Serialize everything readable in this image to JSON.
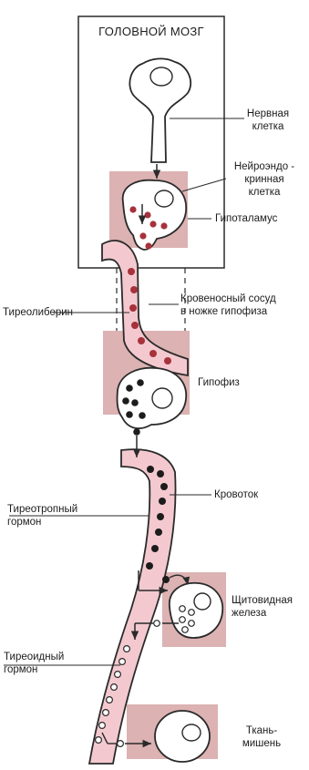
{
  "title": "ГОЛОВНОЙ МОЗГ",
  "labels": {
    "nerve_cell_1": "Нервная",
    "nerve_cell_2": "клетка",
    "neuroendo_1": "Нейроэндо -",
    "neuroendo_2": "кринная",
    "neuroendo_3": "клетка",
    "hypothalamus": "Гипоталамус",
    "trh": "Тиреолиберин",
    "vessel_1": "Кровеносный сосуд",
    "vessel_2": "в ножке гипофиза",
    "pituitary": "Гипофиз",
    "bloodstream": "Кровоток",
    "tsh_1": "Тиреотропный",
    "tsh_2": "гормон",
    "thyroid_1": "Щитовидная",
    "thyroid_2": "железа",
    "th_1": "Тиреоидный",
    "th_2": "гормон",
    "target_1": "Ткань-",
    "target_2": "мишень"
  },
  "colors": {
    "outline": "#2a2a2a",
    "vessel_fill": "#f3c9cf",
    "tissue_fill": "#dcb2b2",
    "cell_fill": "#ffffff",
    "trh_dot": "#a7323c",
    "tsh_dot": "#1c1c1c"
  }
}
